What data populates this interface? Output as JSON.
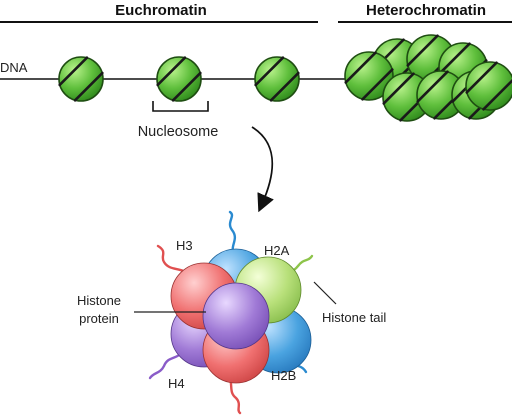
{
  "header": {
    "euchromatin": "Euchromatin",
    "heterochromatin": "Heterochromatin"
  },
  "labels": {
    "dna": "DNA",
    "nucleosome": "Nucleosome",
    "h3": "H3",
    "h2a": "H2A",
    "h4": "H4",
    "h2b": "H2B",
    "histone_protein_line1": "Histone",
    "histone_protein_line2": "protein",
    "histone_tail": "Histone tail"
  },
  "colors": {
    "nucleosome_green": "#5fbf3c",
    "nucleosome_stroke": "#1f4e12",
    "h3_blue": "#4aa3e0",
    "h2a_green": "#b8e07a",
    "h2b_blue": "#4aa3e0",
    "h4_purple": "#a07ad6",
    "red_histone": "#f07070",
    "tail_red": "#e05050",
    "tail_blue": "#2a8ad0",
    "tail_green": "#8dc44a",
    "tail_purple": "#8a5cc8"
  }
}
